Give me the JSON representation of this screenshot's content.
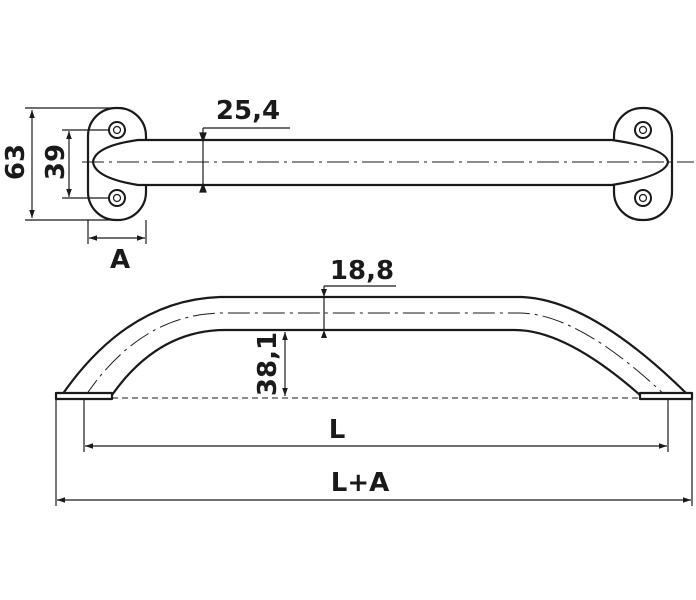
{
  "dimensions": {
    "base_height": "63",
    "hole_spacing": "39",
    "flange_depth": "A",
    "tube_diameter": "25,4",
    "tube_diameter_side": "18,8",
    "handle_height": "38,1",
    "hole_center_length": "L",
    "overall_length": "L+A"
  }
}
